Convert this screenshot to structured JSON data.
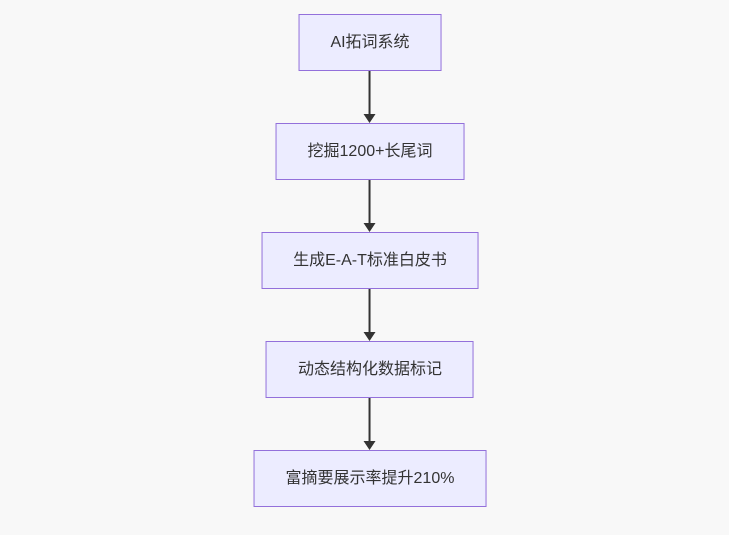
{
  "diagram": {
    "type": "flowchart",
    "direction": "top-down",
    "nodes": [
      {
        "id": "A",
        "label": "AI拓词系统"
      },
      {
        "id": "B",
        "label": "挖掘1200+长尾词"
      },
      {
        "id": "C",
        "label": "生成E-A-T标准白皮书"
      },
      {
        "id": "D",
        "label": "动态结构化数据标记"
      },
      {
        "id": "E",
        "label": "富摘要展示率提升210%"
      }
    ],
    "edges": [
      {
        "from": "A",
        "to": "B",
        "style": "arrow-down"
      },
      {
        "from": "B",
        "to": "C",
        "style": "arrow-down"
      },
      {
        "from": "C",
        "to": "D",
        "style": "arrow-down"
      },
      {
        "from": "D",
        "to": "E",
        "style": "arrow-down"
      }
    ],
    "colors": {
      "background": "#f8f8f8",
      "node_fill": "#ECECFF",
      "node_border": "#9370DB",
      "arrow": "#333333",
      "text": "#333333"
    }
  }
}
